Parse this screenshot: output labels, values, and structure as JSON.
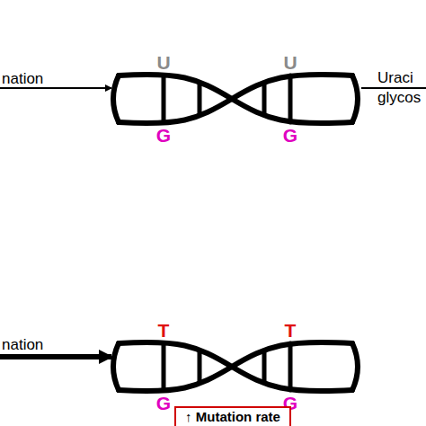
{
  "diagram": {
    "nodes": [
      {
        "text": [
          "↑ Mutation rate"
        ]
      }
    ],
    "labels": [
      "nation",
      "U",
      "U",
      "G",
      "G",
      "Uraci glycos",
      "nation",
      "T",
      "T",
      "G",
      "G"
    ]
  }
}
